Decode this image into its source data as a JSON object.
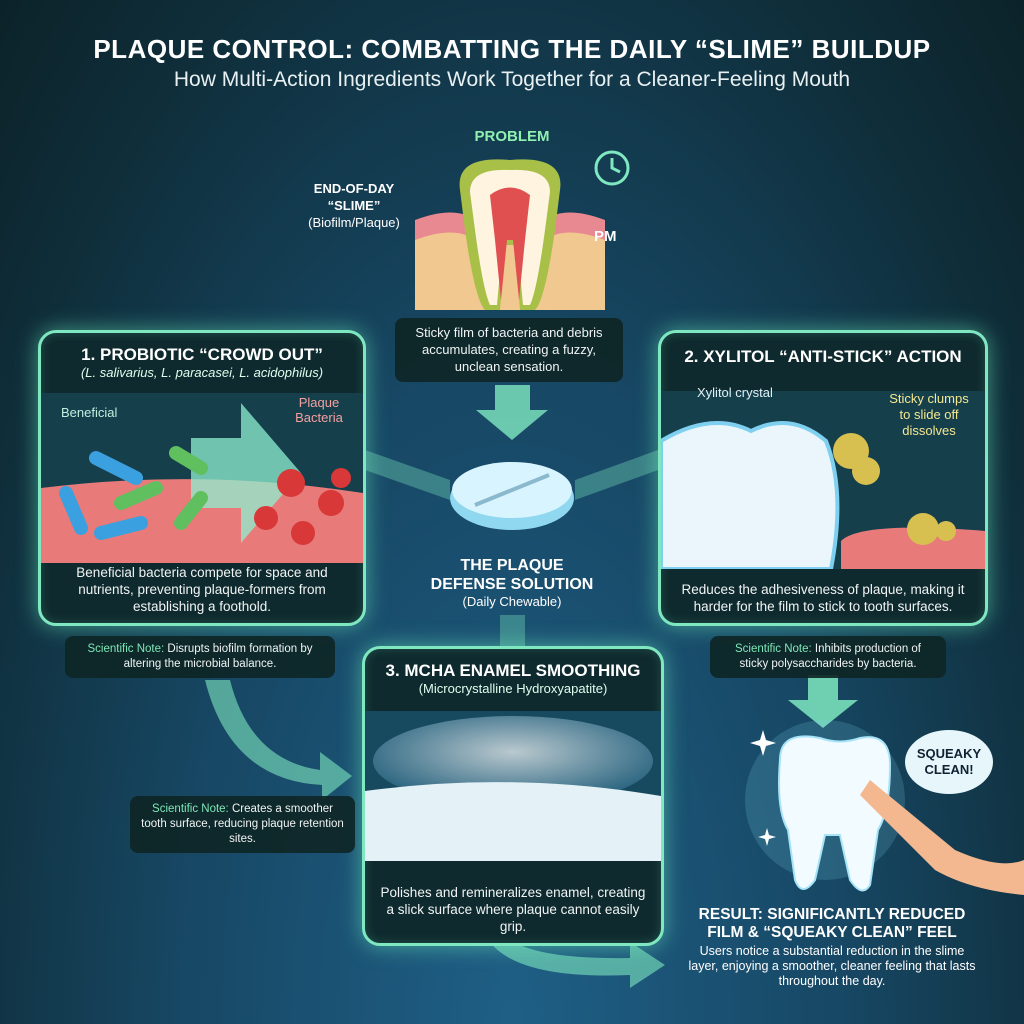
{
  "header": {
    "title": "PLAQUE CONTROL: COMBATTING THE DAILY “SLIME” BUILDUP",
    "subtitle": "How Multi-Action Ingredients Work Together for a Cleaner-Feeling Mouth"
  },
  "problem": {
    "label": "PROBLEM",
    "callout_title": "END-OF-DAY “SLIME”",
    "callout_sub": "(Biofilm/Plaque)",
    "time": "PM",
    "description": "Sticky film of bacteria and debris accumulates, creating a fuzzy, unclean sensation."
  },
  "solution": {
    "title_line1": "THE PLAQUE",
    "title_line2": "DEFENSE SOLUTION",
    "subtitle": "(Daily Chewable)"
  },
  "panel1": {
    "title": "1. PROBIOTIC “CROWD OUT”",
    "subtitle": "(L. salivarius, L. paracasei, L. acidophilus)",
    "label_beneficial": "Beneficial",
    "label_plaque": "Plaque Bacteria",
    "description": "Beneficial bacteria compete for space and nutrients, preventing plaque-formers from establishing a foothold.",
    "note_label": "Scientific Note:",
    "note": " Disrupts biofilm formation by altering the microbial balance."
  },
  "panel2": {
    "title": "2. XYLITOL “ANTI-STICK” ACTION",
    "label_crystal": "Xylitol crystal",
    "label_clumps": "Sticky clumps to slide off dissolves",
    "description": "Reduces the adhesiveness of plaque, making it harder for the film to stick to tooth surfaces.",
    "note_label": "Scientific Note:",
    "note": " Inhibits production of sticky polysaccharides by bacteria."
  },
  "panel3": {
    "title": "3. MCHA ENAMEL SMOOTHING",
    "subtitle": "(Microcrystalline Hydroxyapatite)",
    "description": "Polishes and remineralizes enamel, creating a slick surface where plaque cannot easily grip.",
    "note_label": "Scientific Note:",
    "note": " Creates a smoother tooth surface, reducing plaque retention sites."
  },
  "result": {
    "bubble": "SQUEAKY CLEAN!",
    "title_line1": "RESULT: SIGNIFICANTLY REDUCED",
    "title_line2": "FILM & “SQUEAKY CLEAN” FEEL",
    "description": "Users notice a substantial reduction in the slime layer, enjoying a smoother, cleaner feeling that lasts throughout the day."
  },
  "colors": {
    "accent": "#7fe8c0",
    "note_label": "#7ee8b8",
    "plaque": "#f08080",
    "sticky": "#f0e070"
  }
}
